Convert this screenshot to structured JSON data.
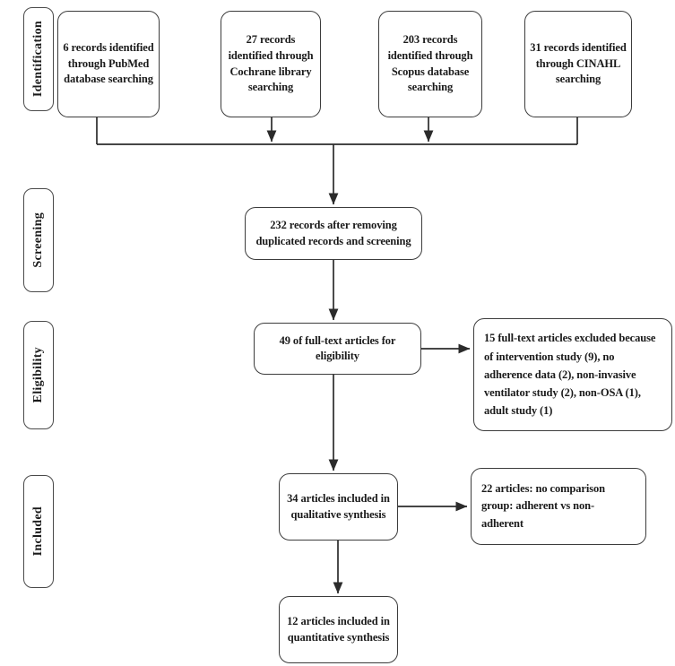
{
  "diagram": {
    "type": "prisma-flow-diagram",
    "title": "PRISMA study selection flow diagram"
  },
  "stages": [
    {
      "id": "identification",
      "label": "Identification"
    },
    {
      "id": "screening",
      "label": "Screening"
    },
    {
      "id": "eligibility",
      "label": "Eligibility"
    },
    {
      "id": "included",
      "label": "Included"
    }
  ],
  "identification": {
    "sources": [
      {
        "id": "pubmed",
        "count": 6,
        "database": "PubMed",
        "text": "6 records identified through PubMed database searching"
      },
      {
        "id": "cochrane",
        "count": 27,
        "database": "Cochrane library",
        "text": "27 records identified through Cochrane library searching"
      },
      {
        "id": "scopus",
        "count": 203,
        "database": "Scopus",
        "text": "203 records identified through Scopus database searching"
      },
      {
        "id": "cinahl",
        "count": 31,
        "database": "CINAHL",
        "text": "31 records identified through CINAHL searching"
      }
    ]
  },
  "screening": {
    "deduplicated": {
      "count": 232,
      "text": "232 records after removing duplicated records and screening"
    }
  },
  "eligibility": {
    "assessed": {
      "count": 49,
      "text": "49 of full-text articles for eligibility"
    },
    "excluded": {
      "count": 15,
      "text": "15 full-text articles excluded because of intervention study (9), no adherence data (2),  non-invasive ventilator study (2), non-OSA (1), adult study (1)",
      "reasons": [
        {
          "reason": "intervention study",
          "n": 9
        },
        {
          "reason": "no adherence data",
          "n": 2
        },
        {
          "reason": "non-invasive ventilator study",
          "n": 2
        },
        {
          "reason": "non-OSA",
          "n": 1
        },
        {
          "reason": "adult study",
          "n": 1
        }
      ]
    }
  },
  "included": {
    "qualitative": {
      "count": 34,
      "text": "34 articles included in qualitative synthesis"
    },
    "excluded_no_comparison": {
      "count": 22,
      "text": "22 articles: no comparison group: adherent vs non-adherent"
    },
    "quantitative": {
      "count": 12,
      "text": "12 articles included in quantitative synthesis"
    }
  },
  "colors": {
    "box_border": "#3c3c3c",
    "connector": "#2b2b2b",
    "background": "#ffffff",
    "text": "#1a1a1a"
  }
}
